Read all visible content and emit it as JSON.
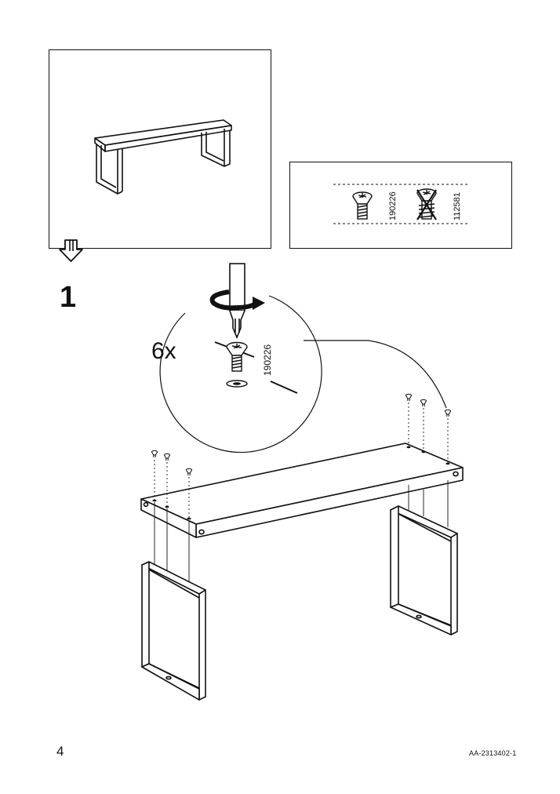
{
  "step": {
    "number": "1"
  },
  "quantity_label": "6x",
  "parts": [
    {
      "code": "190226",
      "icon": "countersunk-screw-icon",
      "status": "use"
    },
    {
      "code": "112581",
      "icon": "countersunk-screw-crossed-icon",
      "status": "do-not-use"
    }
  ],
  "callout_part_code": "190226",
  "footer": {
    "page_number": "4",
    "document_code": "AA-2313402-1"
  },
  "colors": {
    "ink": "#111111",
    "paper": "#ffffff"
  }
}
